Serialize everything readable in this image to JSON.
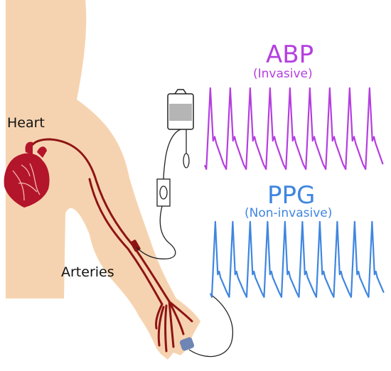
{
  "colors": {
    "abp": "#b43fe0",
    "ppg": "#3f86e0",
    "skin": "#f6d3b0",
    "artery": "#8e1414",
    "heart": "#b3152a",
    "sensor": "#6f86b5",
    "line": "#222222",
    "bag_fluid": "#b5b5b5"
  },
  "abp": {
    "title": "ABP",
    "subtitle": "(Invasive)"
  },
  "ppg": {
    "title": "PPG",
    "subtitle": "(Non-invasive)"
  },
  "labels": {
    "heart": "Heart",
    "arteries": "Arteries"
  },
  "icons": {
    "heart": "anatomical-heart-icon",
    "iv_bag": "iv-bag-icon",
    "pressure_transducer": "pressure-transducer-icon",
    "finger_sensor": "pulse-oximeter-clip-icon"
  },
  "chart_data": [
    {
      "type": "line",
      "title": "ABP",
      "subtitle": "(Invasive)",
      "beats": 9
    },
    {
      "type": "line",
      "title": "PPG",
      "subtitle": "(Non-invasive)",
      "beats": 10
    }
  ]
}
